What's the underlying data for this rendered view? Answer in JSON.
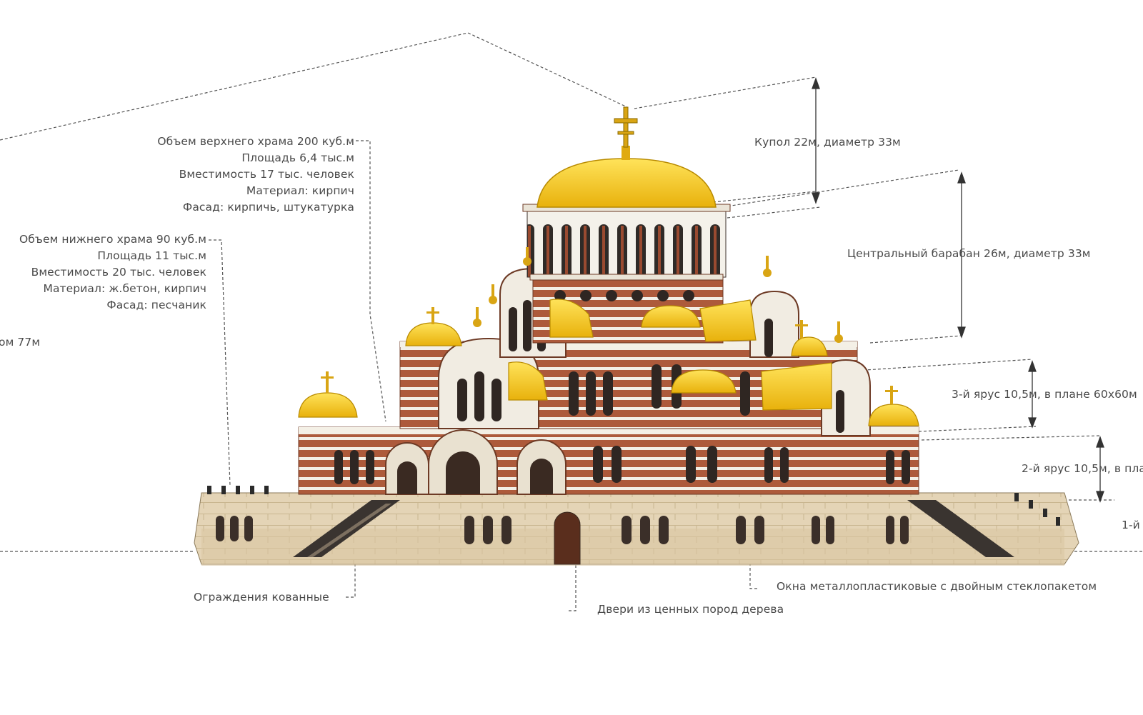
{
  "upper_church": {
    "lines": [
      "Объем верхнего храма 200 куб.м",
      "Площадь 6,4 тыс.м",
      "Вместимость 17 тыс. человек",
      "Материал: кирпич",
      "Фасад: кирпичь, штукатурка"
    ]
  },
  "lower_church": {
    "lines": [
      "Объем нижнего храма 90 куб.м",
      "Площадь 11 тыс.м",
      "Вместимость 20 тыс. человек",
      "Материал: ж.бетон, кирпич",
      "Фасад: песчаник"
    ]
  },
  "left_cut_label": "ом 77м",
  "dimensions": {
    "dome": "Купол 22м, диаметр 33м",
    "central_drum": "Центральный барабан 26м, диаметр 33м",
    "tier3": "3-й ярус 10,5м, в плане 60х60м",
    "tier2": "2-й ярус 10,5м, в пла",
    "tier1": "1-й"
  },
  "callouts": {
    "fences": "Ограждения кованные",
    "doors": "Двери из ценных пород дерева",
    "windows": "Окна металлопластиковые с двойным стеклопакетом"
  },
  "colors": {
    "gold": "#f5c518",
    "brick": "#a9573a",
    "stone": "#e2d2b4",
    "white_trim": "#f7f5f0",
    "dark": "#2b2622"
  }
}
